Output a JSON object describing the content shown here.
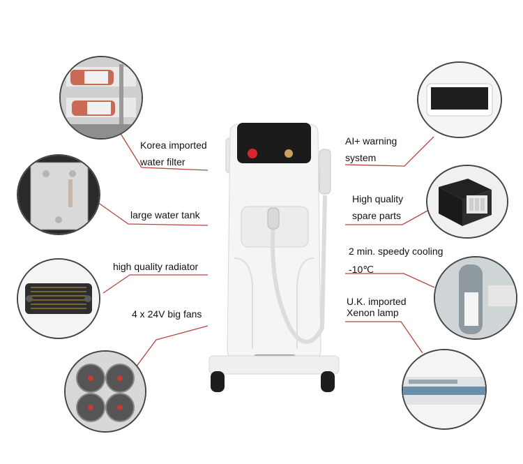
{
  "colors": {
    "leader_line": "#b5443f",
    "circle_border": "#444444",
    "machine_body": "#f4f4f4",
    "emergency_button": "#d7262c"
  },
  "labels": {
    "water_filter": [
      "Korea imported",
      "water filter"
    ],
    "water_tank": "large water tank",
    "radiator": "high quality radiator",
    "fans": "4 x 24V big fans",
    "warning_system": [
      "AI+ warning",
      "system"
    ],
    "spare_parts": [
      "High quality",
      "spare parts"
    ],
    "cooling": [
      "2 min. speedy cooling",
      "-10℃"
    ],
    "xenon_lamp": [
      "U.K. imported",
      "Xenon lamp"
    ]
  }
}
